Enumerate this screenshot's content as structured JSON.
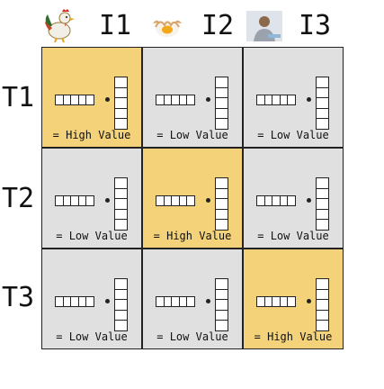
{
  "columns": [
    {
      "label": "I1",
      "image": "rooster-icon"
    },
    {
      "label": "I2",
      "image": "egg-icon"
    },
    {
      "label": "I3",
      "image": "person-photo-icon"
    }
  ],
  "rows": [
    {
      "label": "T1"
    },
    {
      "label": "T2"
    },
    {
      "label": "T3"
    }
  ],
  "cells": [
    [
      {
        "value": "= High Value",
        "high": true
      },
      {
        "value": "= Low Value",
        "high": false
      },
      {
        "value": "= Low Value",
        "high": false
      }
    ],
    [
      {
        "value": "= Low Value",
        "high": false
      },
      {
        "value": "= High Value",
        "high": true
      },
      {
        "value": "= Low Value",
        "high": false
      }
    ],
    [
      {
        "value": "= Low Value",
        "high": false
      },
      {
        "value": "= Low Value",
        "high": false
      },
      {
        "value": "= High Value",
        "high": true
      }
    ]
  ],
  "colors": {
    "high": "#f3d27a",
    "low": "#e0e0e0",
    "border": "#222222"
  }
}
